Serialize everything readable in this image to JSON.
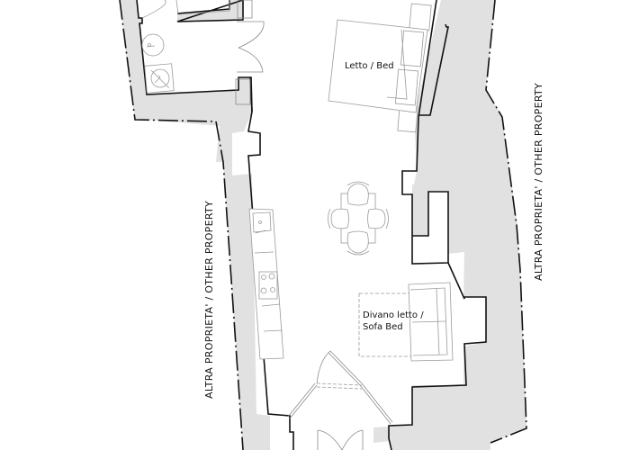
{
  "plan": {
    "type": "apartment floor plan",
    "colors": {
      "wall_fill": "#e1e1e1",
      "wall_outline": "#111111",
      "furniture": "#9a9a9a",
      "background": "#ffffff"
    },
    "rooms": {
      "bedroom_label": "Letto / Bed",
      "sofa_label_line1": "Divano letto /",
      "sofa_label_line2": "Sofa Bed"
    },
    "boundaries": {
      "left_label": "ALTRA PROPRIETA' / OTHER PROPERTY",
      "right_label": "ALTRA PROPRIETA' / OTHER PROPERTY"
    },
    "furniture": [
      "double-bed",
      "nightstand-top",
      "nightstand-bottom",
      "dining-table",
      "chair",
      "chair",
      "chair",
      "chair",
      "kitchen-sink",
      "cooktop",
      "sofa-bed",
      "washbasin",
      "shower-tray",
      "toilet"
    ]
  }
}
